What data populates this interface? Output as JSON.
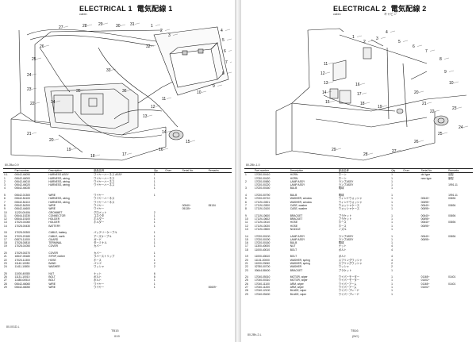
{
  "left_page": {
    "title": "ELECTRICAL 1",
    "title_jp": "電気配線 1",
    "subtitle": "cabin",
    "figure_code": "80-2Ba-0-9",
    "callouts": [
      "1",
      "2",
      "3",
      "4",
      "5",
      "6",
      "7",
      "8",
      "9",
      "10",
      "11",
      "12",
      "13",
      "14",
      "15",
      "16",
      "17",
      "18",
      "19",
      "20",
      "21",
      "22",
      "23",
      "24",
      "25",
      "26",
      "27",
      "28",
      "29",
      "30",
      "31",
      "32",
      "33",
      "34",
      "35",
      "36"
    ],
    "table_headers": [
      "",
      "Part number",
      "Description",
      "部品名称",
      "Qty",
      "Chan.",
      "Serial No.",
      "Remarks"
    ],
    "rows": [
      [
        "0-1",
        "00642-46090",
        "HARNESS ASSY",
        "ワイヤーハーネス ASSY",
        "1",
        "",
        "",
        ""
      ],
      [
        "1",
        "00642-46000",
        "HARNESS, wiring",
        "ワイヤーハーネス",
        "1",
        "",
        "",
        ""
      ],
      [
        "2",
        "00642-46010",
        "HARNESS, wiring",
        "ワイヤーハーネス",
        "1",
        "",
        "",
        ""
      ],
      [
        "3",
        "00642-46020",
        "HARNESS, wiring",
        "ワイヤーハーネス",
        "1",
        "",
        "",
        ""
      ],
      [
        "4",
        "00642-46030",
        "",
        "",
        "1",
        "",
        "",
        ""
      ],
      [
        "",
        "",
        "",
        "",
        "",
        "",
        "",
        ""
      ],
      [
        "5",
        "00642-01300",
        "WIRE",
        "ワイヤー",
        "1",
        "",
        "",
        ""
      ],
      [
        "6",
        "00642-54100",
        "HARNESS, wiring",
        "ワイヤーハーネス",
        "",
        "",
        "",
        ""
      ],
      [
        "7",
        "00642-54110",
        "HARNESS, wiring",
        "ワイヤーハーネス",
        "",
        "",
        "",
        ""
      ],
      [
        "8",
        "00642-54200",
        "WIRE",
        "ワイヤー",
        "",
        "",
        "00540~",
        "05134"
      ],
      [
        "9",
        "00642-44600",
        "WIRE",
        "ワイヤー",
        "",
        "",
        "05135~",
        ""
      ],
      [
        "10",
        "11220-00406",
        "GROMMET",
        "グロメット",
        "2",
        "",
        "",
        ""
      ],
      [
        "11",
        "00644-15230",
        "CONNECTOR",
        "コネクタ",
        "1",
        "",
        "",
        ""
      ],
      [
        "12",
        "00644-15100",
        "HOLDER",
        "ホルダー",
        "1",
        "",
        "",
        ""
      ],
      [
        "13",
        "17020-01060",
        "HOLDER",
        "ホルダー",
        "1",
        "",
        "",
        ""
      ],
      [
        "14",
        "17025-00430",
        "BATTERY",
        "",
        "1",
        "",
        "",
        ""
      ],
      [
        "",
        "",
        "",
        "",
        "",
        "",
        "",
        ""
      ],
      [
        "15",
        "17025-00300",
        "CABLE, battery",
        "バッテリーケーブル",
        "1",
        "",
        "",
        ""
      ],
      [
        "16",
        "17020-20180",
        "CABLE, earth",
        "アースケーブル",
        "1",
        "",
        "",
        ""
      ],
      [
        "17",
        "00870-11000",
        "GUARD",
        "ガード",
        "1",
        "",
        "",
        ""
      ],
      [
        "18",
        "17028-00810",
        "TERMINAL",
        "ターミナル",
        "1",
        "",
        "",
        ""
      ],
      [
        "19",
        "17025-01050",
        "COVER",
        "カバー",
        "1",
        "",
        "",
        ""
      ],
      [
        "",
        "",
        "",
        "",
        "",
        "",
        "",
        ""
      ],
      [
        "20",
        "17029-00270",
        "COVER",
        "カバー",
        "1",
        "",
        "",
        ""
      ],
      [
        "21",
        "16547-05180",
        "STRIP, rubber",
        "ラバーストリップ",
        "1",
        "",
        "",
        ""
      ],
      [
        "22",
        "17020-11300",
        "HOSE",
        "ホース",
        "1",
        "",
        "",
        ""
      ],
      [
        "23",
        "11140-10050",
        "BAND",
        "バンド",
        "2",
        "",
        "",
        ""
      ],
      [
        "24",
        "11411-10800",
        "WASHER",
        "ワッシャ",
        "2",
        "",
        "",
        ""
      ],
      [
        "",
        "",
        "",
        "",
        "",
        "",
        "",
        ""
      ],
      [
        "25",
        "11000-40080",
        "NUT",
        "ナット",
        "6",
        "",
        "",
        ""
      ],
      [
        "26",
        "11131-10010",
        "BOLT",
        "ボルト",
        "6",
        "",
        "",
        ""
      ],
      [
        "27",
        "11480-00510",
        "BOLT",
        "ボルト",
        "1",
        "",
        "",
        ""
      ],
      [
        "28",
        "00642-46060",
        "WIRE",
        "ワイヤー",
        "1",
        "",
        "",
        ""
      ],
      [
        "29",
        "00642-46050",
        "WIRE",
        "ワイヤー",
        "1",
        "",
        "",
        "00609~"
      ]
    ],
    "page_number": "TB15",
    "page_sub": "019",
    "footer_code": "80-001D-L"
  },
  "right_page": {
    "title": "ELECTRICAL 2",
    "title_jp": "電気配線 2",
    "title_jp2": "キャビン",
    "subtitle": "cabin",
    "figure_code": "80-2Bh-1-0",
    "callouts": [
      "1",
      "2",
      "3",
      "4",
      "5",
      "6",
      "7",
      "8",
      "9",
      "10",
      "11",
      "12",
      "13",
      "14",
      "15",
      "16",
      "17",
      "18",
      "19",
      "20",
      "21",
      "22",
      "23",
      "24",
      "25",
      "26",
      "27",
      "28",
      "29"
    ],
    "table_headers": [
      "",
      "Part number",
      "Description",
      "部品名称",
      "Qty",
      "Chan.",
      "Serial No.",
      "Remarks"
    ],
    "rows": [
      [
        "1",
        "17030-00410",
        "HORN",
        "ホーン",
        "1",
        "",
        "old type",
        "旧型"
      ],
      [
        "",
        "17030-00420",
        "HORN",
        "ホーン",
        "1",
        "",
        "new type",
        "新型"
      ],
      [
        "2",
        "17020-00650",
        "LAMP ASSY",
        "ランプASSY",
        "1",
        "",
        "",
        ""
      ],
      [
        "",
        "17020-00220",
        "LAMP ASSY",
        "ランプASSY",
        "1",
        "",
        "",
        "1991.11"
      ],
      [
        "3",
        "17020-00160",
        "BULB",
        "電球",
        "1",
        "",
        "",
        ""
      ],
      [
        "",
        "",
        "",
        "",
        "",
        "",
        "",
        ""
      ],
      [
        "4",
        "17020-00790",
        "BULB",
        "電球",
        "1",
        "",
        "",
        "1991.11"
      ],
      [
        "5",
        "17020-00710",
        "WASHER, window",
        "ウィンドウォッシャ",
        "1",
        "",
        "00640~",
        "00694"
      ],
      [
        "6",
        "17119-10301",
        "WASHER, window",
        "ウィンドウォッシャ",
        "1",
        "",
        "00695~",
        ""
      ],
      [
        "7",
        "17119-10300",
        "CASE, washer",
        "ウォッシャケース",
        "1",
        "",
        "00640~",
        "00694"
      ],
      [
        "8",
        "17119-10100",
        "CASE, washer",
        "ウォッシャケース",
        "1",
        "",
        "00695~",
        ""
      ],
      [
        "",
        "",
        "",
        "",
        "",
        "",
        "",
        ""
      ],
      [
        "9",
        "17119-10600",
        "BRACKET",
        "ブラケット",
        "1",
        "",
        "00640~",
        "00694"
      ],
      [
        "10",
        "17119-10602",
        "BRACKET",
        "ブラケット",
        "1",
        "",
        "00695~",
        ""
      ],
      [
        "11",
        "17119-10010",
        "HOSE",
        "ホース",
        "1",
        "",
        "00640~",
        "00694"
      ],
      [
        "12",
        "17119-10020",
        "HOSE",
        "ホース",
        "1",
        "",
        "00695~",
        ""
      ],
      [
        "13",
        "17119-10500",
        "NOZZLE",
        "ノズル",
        "1",
        "",
        "",
        ""
      ],
      [
        "",
        "",
        "",
        "",
        "",
        "",
        "",
        ""
      ],
      [
        "14",
        "17020-00100",
        "LAMP ASSY",
        "ランプASSY",
        "1",
        "",
        "00640~",
        "00694"
      ],
      [
        "15",
        "17020-00190",
        "LAMP ASSY",
        "ランプASSY",
        "1",
        "",
        "00695~",
        ""
      ],
      [
        "16",
        "17020-00160",
        "BULB",
        "電球",
        "1",
        "",
        "",
        ""
      ],
      [
        "17",
        "11300-40000",
        "NUT",
        "ナット",
        "4",
        "",
        "",
        ""
      ],
      [
        "18",
        "11000-40010",
        "BOLT",
        "ボルト",
        "4",
        "",
        "",
        ""
      ],
      [
        "",
        "",
        "",
        "",
        "",
        "",
        "",
        ""
      ],
      [
        "19",
        "11000-40610",
        "BOLT",
        "ボルト",
        "4",
        "",
        "",
        ""
      ],
      [
        "20",
        "11131-20000",
        "WASHER, spring",
        "スプリングワッシャ",
        "4",
        "",
        "",
        ""
      ],
      [
        "21",
        "11000-20060",
        "WASHER, spring",
        "スプリングワッシャ",
        "2",
        "",
        "",
        ""
      ],
      [
        "22",
        "02780-00700",
        "WASHER",
        "ワッシャ",
        "2",
        "",
        "",
        ""
      ],
      [
        "23",
        "00644-58400",
        "BRACKET",
        "ブラケット",
        "1",
        "",
        "",
        ""
      ],
      [
        "",
        "",
        "",
        "",
        "",
        "",
        "",
        ""
      ],
      [
        "24",
        "17040-05010",
        "MOTOR, wiper",
        "ワイパーモーター",
        "1",
        "",
        "01165~",
        "01401"
      ],
      [
        "25",
        "17040-00310",
        "MOTOR, wiper",
        "ワイパーモーター",
        "1",
        "",
        "01402~",
        ""
      ],
      [
        "26",
        "17040-11100",
        "ARM, wiper",
        "ワイパーアーム",
        "1",
        "",
        "01165~",
        "01401"
      ],
      [
        "27",
        "17040-11200",
        "ARM, wiper",
        "ワイパーアーム",
        "1",
        "",
        "01402~",
        ""
      ],
      [
        "28",
        "17040-12100",
        "BLADE, wiper",
        "ワイパーブレード",
        "1",
        "",
        "",
        ""
      ],
      [
        "29",
        "17040-05400",
        "BLADE, wiper",
        "ワイパーブレード",
        "1",
        "",
        "",
        ""
      ]
    ],
    "page_number": "TB16",
    "page_sub": "(NC)",
    "footer_code": "80-2Bh-2-L"
  }
}
